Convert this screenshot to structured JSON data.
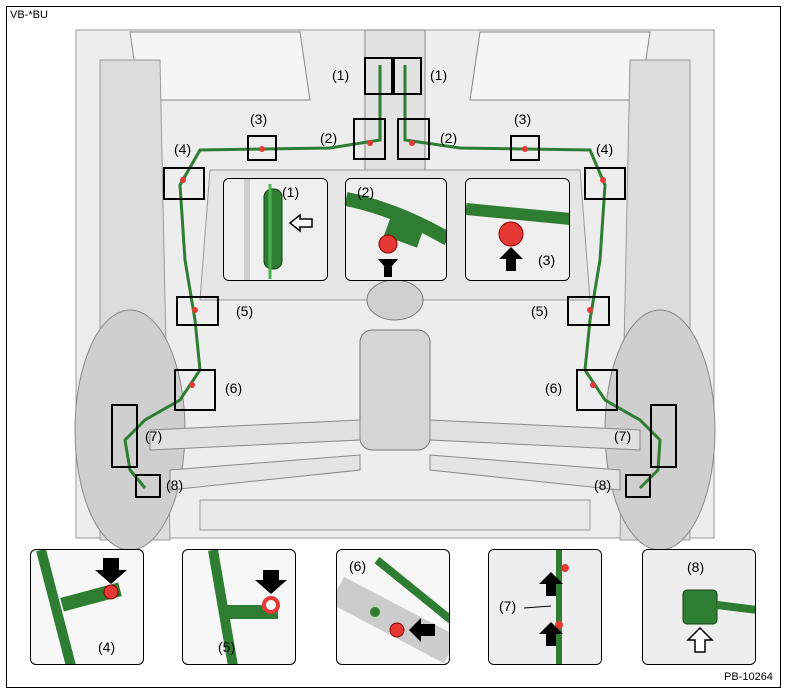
{
  "header": {
    "code": "VB-*BU"
  },
  "footer": {
    "code": "PB-10264"
  },
  "colors": {
    "harness": "#2e7d32",
    "clip": "#e53935",
    "line": "#1a1a1a"
  },
  "labels": {
    "n1": "(1)",
    "n2": "(2)",
    "n3": "(3)",
    "n4": "(4)",
    "n5": "(5)",
    "n6": "(6)",
    "n7": "(7)",
    "n8": "(8)"
  },
  "icons": [
    "arrow-down-icon",
    "arrow-up-icon",
    "arrow-left-icon",
    "clip-icon"
  ]
}
